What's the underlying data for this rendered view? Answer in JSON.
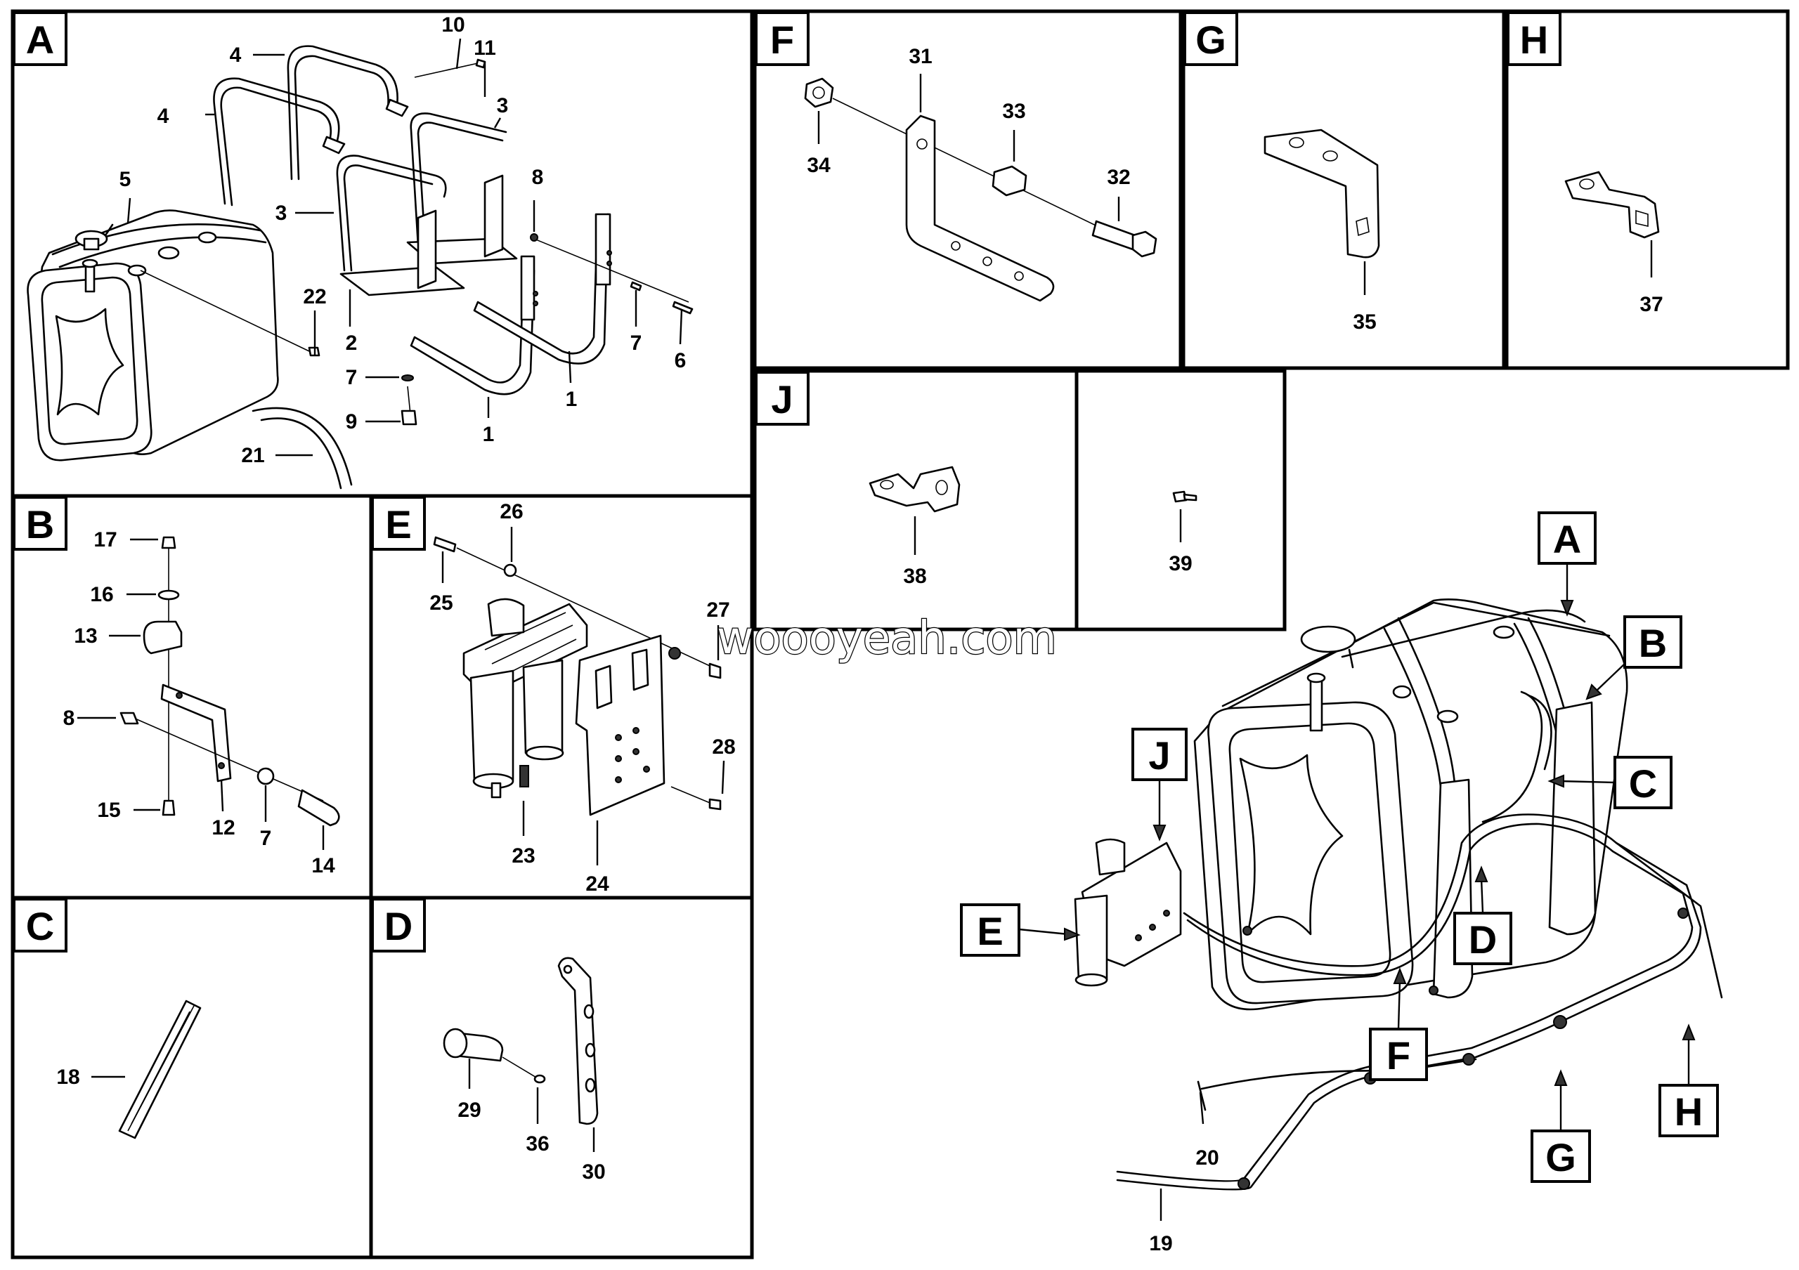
{
  "panels": {
    "A": "A",
    "B": "B",
    "C": "C",
    "D": "D",
    "E": "E",
    "F": "F",
    "G": "G",
    "H": "H",
    "J": "J"
  },
  "callouts": {
    "A": "A",
    "B": "B",
    "C": "C",
    "D": "D",
    "E": "E",
    "F": "F",
    "G": "G",
    "H": "H",
    "J": "J"
  },
  "parts": {
    "p1a": "1",
    "p1b": "1",
    "p2": "2",
    "p3a": "3",
    "p3b": "3",
    "p4a": "4",
    "p4b": "4",
    "p5": "5",
    "p6": "6",
    "p7a": "7",
    "p7b": "7",
    "p7c": "7",
    "p8a": "8",
    "p8b": "8",
    "p9": "9",
    "p10": "10",
    "p11": "11",
    "p12": "12",
    "p13": "13",
    "p14": "14",
    "p15": "15",
    "p16": "16",
    "p17": "17",
    "p18": "18",
    "p19": "19",
    "p20": "20",
    "p21": "21",
    "p22": "22",
    "p23": "23",
    "p24": "24",
    "p25": "25",
    "p26": "26",
    "p27": "27",
    "p28": "28",
    "p29": "29",
    "p30": "30",
    "p31": "31",
    "p32": "32",
    "p33": "33",
    "p34": "34",
    "p35": "35",
    "p36": "36",
    "p37": "37",
    "p38": "38",
    "p39": "39"
  },
  "watermark": "woooyeah.com"
}
